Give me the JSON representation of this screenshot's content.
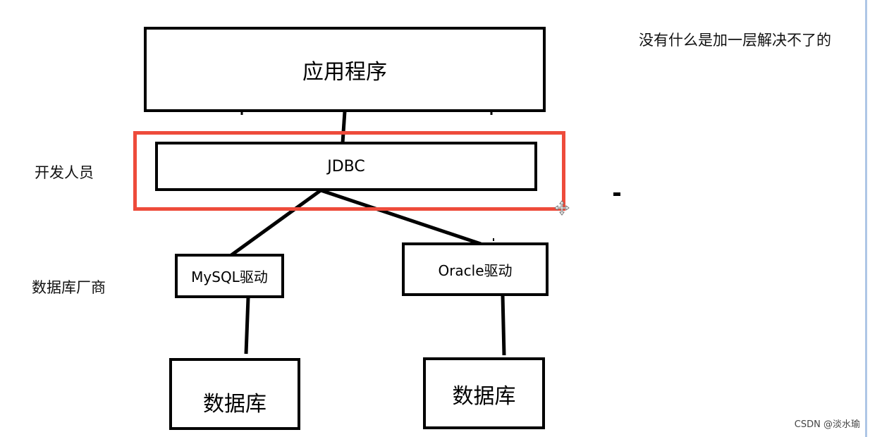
{
  "diagram": {
    "app_box": "应用程序",
    "jdbc_box": "JDBC",
    "mysql_driver": "MySQL驱动",
    "oracle_driver": "Oracle驱动",
    "db_left": "数据库",
    "db_right": "数据库"
  },
  "labels": {
    "developer": "开发人员",
    "vendor": "数据库厂商",
    "quote": "没有什么是加一层解决不了的"
  },
  "watermark": "CSDN @淡水瑜",
  "colors": {
    "highlight": "#ee4b3b",
    "lines": "#000000"
  },
  "icons": {
    "cursor": "move-cursor-icon"
  }
}
